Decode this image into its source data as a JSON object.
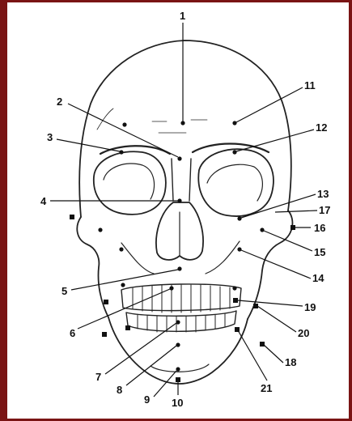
{
  "colors": {
    "frame": "#7a1414",
    "ink": "#111111",
    "background": "#ffffff"
  },
  "diagram": {
    "subject": "skull-anterior-view",
    "labels": [
      "1",
      "2",
      "3",
      "4",
      "5",
      "6",
      "7",
      "8",
      "9",
      "10",
      "11",
      "12",
      "13",
      "14",
      "15",
      "16",
      "17",
      "18",
      "19",
      "20",
      "21"
    ]
  }
}
